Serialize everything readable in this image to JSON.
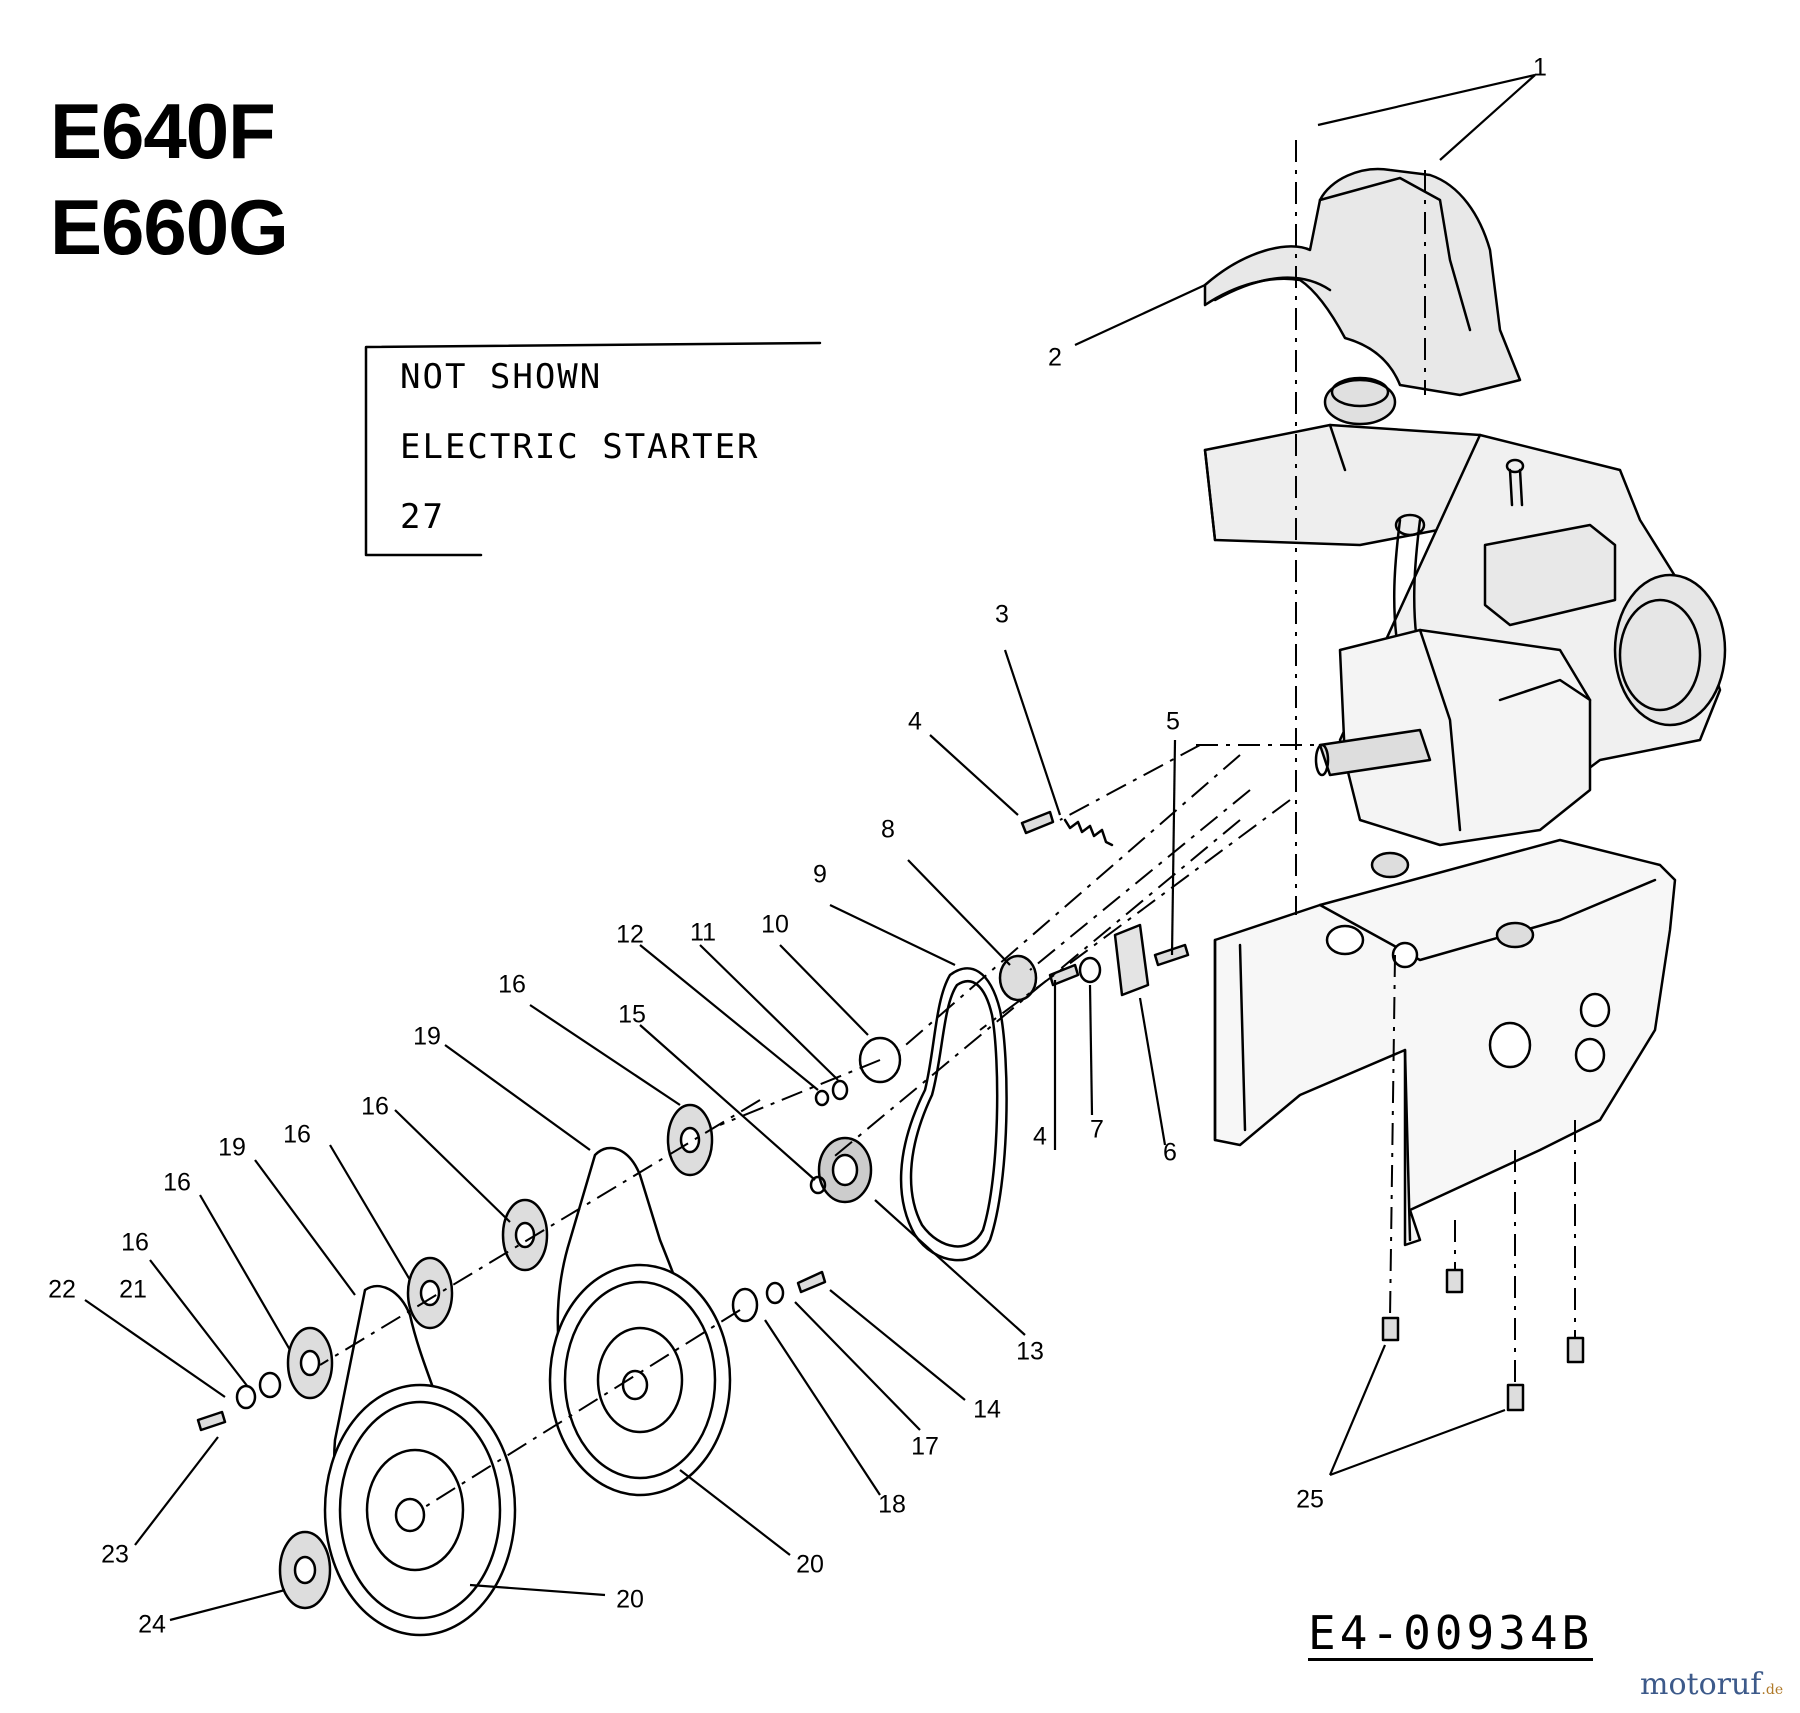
{
  "models": [
    "E640F",
    "E660G"
  ],
  "note": {
    "line1": "NOT SHOWN",
    "line2": "ELECTRIC STARTER",
    "line3": "27"
  },
  "drawing_number": "E4-00934B",
  "watermark": {
    "main": "motoruf",
    "suffix": ".de"
  },
  "callouts": [
    "1",
    "2",
    "3",
    "4",
    "5",
    "8",
    "9",
    "10",
    "11",
    "12",
    "16",
    "15",
    "19",
    "16",
    "16",
    "19",
    "16",
    "16",
    "21",
    "22",
    "4",
    "7",
    "6",
    "13",
    "14",
    "17",
    "18",
    "20",
    "20",
    "23",
    "24",
    "25"
  ],
  "colors": {
    "ink": "#000000",
    "paper": "#ffffff",
    "brand": "#3d5a8a",
    "brand_accent": "#b07a2a"
  }
}
